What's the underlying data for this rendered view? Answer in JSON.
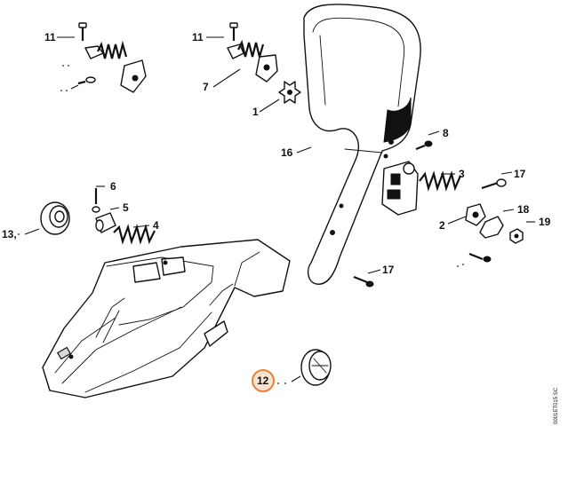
{
  "callouts": [
    {
      "id": "c11a",
      "label": "11"
    },
    {
      "id": "c11b",
      "label": "11"
    },
    {
      "id": "c7",
      "label": "7"
    },
    {
      "id": "c1",
      "label": "1"
    },
    {
      "id": "c16",
      "label": "16"
    },
    {
      "id": "c8",
      "label": "8"
    },
    {
      "id": "c3",
      "label": "3"
    },
    {
      "id": "c17a",
      "label": "17"
    },
    {
      "id": "c18",
      "label": "18"
    },
    {
      "id": "c19",
      "label": "19"
    },
    {
      "id": "c2",
      "label": "2"
    },
    {
      "id": "c17b",
      "label": "17"
    },
    {
      "id": "c6",
      "label": "6"
    },
    {
      "id": "c5",
      "label": "5"
    },
    {
      "id": "c4",
      "label": "4"
    },
    {
      "id": "c13",
      "label": "13,"
    },
    {
      "id": "c12",
      "label": "12"
    }
  ],
  "highlight": {
    "label": "12",
    "color": "#e8823a",
    "fill": "#fbe3cf"
  },
  "reference_code": "0001ET015 SC"
}
